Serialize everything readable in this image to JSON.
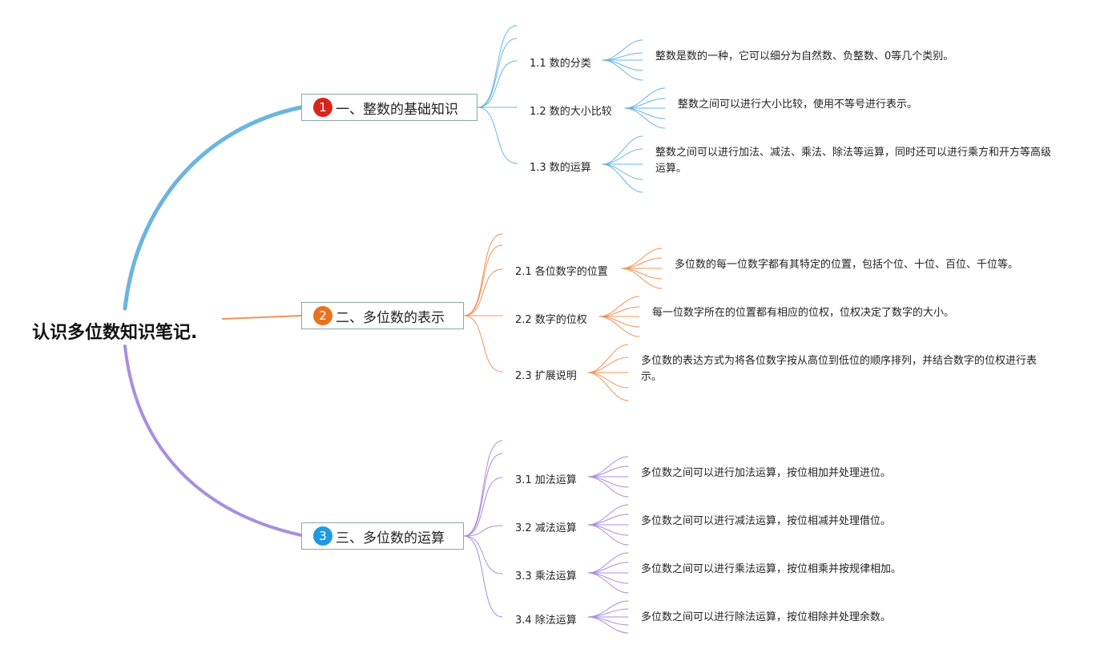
{
  "title": "认识多位数知识笔记.",
  "colors": {
    "branch1": "#6cb4e0",
    "branch2": "#f0935a",
    "branch3": "#a88ee0",
    "badge1": "#d9261c",
    "badge2": "#e8731f",
    "badge3": "#1f9ae0"
  },
  "branches": [
    {
      "badge": "1",
      "label": "一、整数的基础知识",
      "subs": [
        {
          "label": "1.1 数的分类",
          "text": "整数是数的一种，它可以细分为自然数、负整数、0等几个类别。"
        },
        {
          "label": "1.2 数的大小比较",
          "text": "整数之间可以进行大小比较，使用不等号进行表示。"
        },
        {
          "label": "1.3 数的运算",
          "text": "整数之间可以进行加法、减法、乘法、除法等运算，同时还可以进行乘方和开方等高级运算。"
        }
      ]
    },
    {
      "badge": "2",
      "label": "二、多位数的表示",
      "subs": [
        {
          "label": "2.1 各位数字的位置",
          "text": "多位数的每一位数字都有其特定的位置，包括个位、十位、百位、千位等。"
        },
        {
          "label": "2.2 数字的位权",
          "text": "每一位数字所在的位置都有相应的位权，位权决定了数字的大小。"
        },
        {
          "label": "2.3 扩展说明",
          "text": "多位数的表达方式为将各位数字按从高位到低位的顺序排列，并结合数字的位权进行表示。"
        }
      ]
    },
    {
      "badge": "3",
      "label": "三、多位数的运算",
      "subs": [
        {
          "label": "3.1 加法运算",
          "text": "多位数之间可以进行加法运算，按位相加并处理进位。"
        },
        {
          "label": "3.2 减法运算",
          "text": "多位数之间可以进行减法运算，按位相减并处理借位。"
        },
        {
          "label": "3.3 乘法运算",
          "text": "多位数之间可以进行乘法运算，按位相乘并按规律相加。"
        },
        {
          "label": "3.4 除法运算",
          "text": "多位数之间可以进行除法运算，按位相除并处理余数。"
        }
      ]
    }
  ]
}
